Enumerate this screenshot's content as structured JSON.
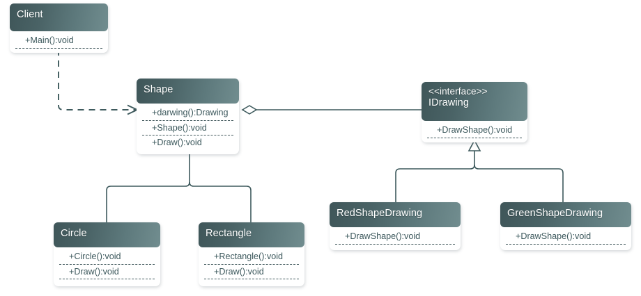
{
  "diagram": {
    "type": "uml-class-diagram",
    "background_color": "#ffffff",
    "header_gradient_from": "#3f5659",
    "header_gradient_to": "#718d8f",
    "member_text_color": "#3c585c",
    "edge_color": "#3e5a5d",
    "classes": [
      {
        "id": "client",
        "name": "Client",
        "stereotype": "",
        "members": [
          "+Main():void"
        ]
      },
      {
        "id": "shape",
        "name": "Shape",
        "stereotype": "",
        "members": [
          "+darwing():Drawing",
          "+Shape():void",
          "+Draw():void"
        ]
      },
      {
        "id": "idrawing",
        "name": "IDrawing",
        "stereotype": "<<interface>>",
        "members": [
          "+DrawShape():void"
        ]
      },
      {
        "id": "circle",
        "name": "Circle",
        "stereotype": "",
        "members": [
          "+Circle():void",
          "+Draw():void"
        ]
      },
      {
        "id": "rectangle",
        "name": "Rectangle",
        "stereotype": "",
        "members": [
          "+Rectangle():void",
          "+Draw():void"
        ]
      },
      {
        "id": "redshapedrawing",
        "name": "RedShapeDrawing",
        "stereotype": "",
        "members": [
          "+DrawShape():void"
        ]
      },
      {
        "id": "greenshapedrawing",
        "name": "GreenShapeDrawing",
        "stereotype": "",
        "members": [
          "+DrawShape():void"
        ]
      }
    ],
    "relationships": [
      {
        "id": "client-shape",
        "kind": "dependency",
        "from": "Client",
        "to": "Shape",
        "line": "dashed",
        "arrow": "open-arrow"
      },
      {
        "id": "shape-idrawing",
        "kind": "aggregation",
        "from": "Shape",
        "to": "IDrawing",
        "line": "solid",
        "arrow": "hollow-diamond"
      },
      {
        "id": "circle-shape",
        "kind": "generalization",
        "from": "Circle",
        "to": "Shape",
        "line": "solid",
        "arrow": "hollow-triangle"
      },
      {
        "id": "rectangle-shape",
        "kind": "generalization",
        "from": "Rectangle",
        "to": "Shape",
        "line": "solid",
        "arrow": "hollow-triangle"
      },
      {
        "id": "redshapedrawing-idrawing",
        "kind": "realization",
        "from": "RedShapeDrawing",
        "to": "IDrawing",
        "line": "solid",
        "arrow": "hollow-triangle"
      },
      {
        "id": "greenshapedrawing-idrawing",
        "kind": "realization",
        "from": "GreenShapeDrawing",
        "to": "IDrawing",
        "line": "solid",
        "arrow": "hollow-triangle"
      }
    ]
  }
}
